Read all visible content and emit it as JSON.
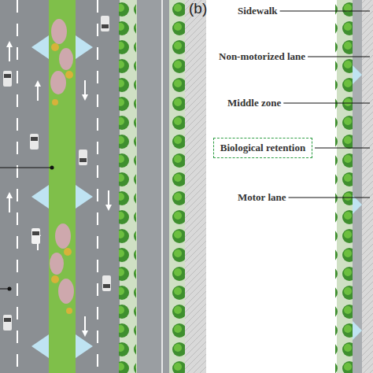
{
  "diagram": {
    "nodes": [
      {
        "text": [
          "Biological retention"
        ]
      }
    ],
    "labels": [
      "(b)",
      "Sidewalk",
      "Non-motorized lane",
      "Middle zone",
      "Motor lane"
    ]
  }
}
